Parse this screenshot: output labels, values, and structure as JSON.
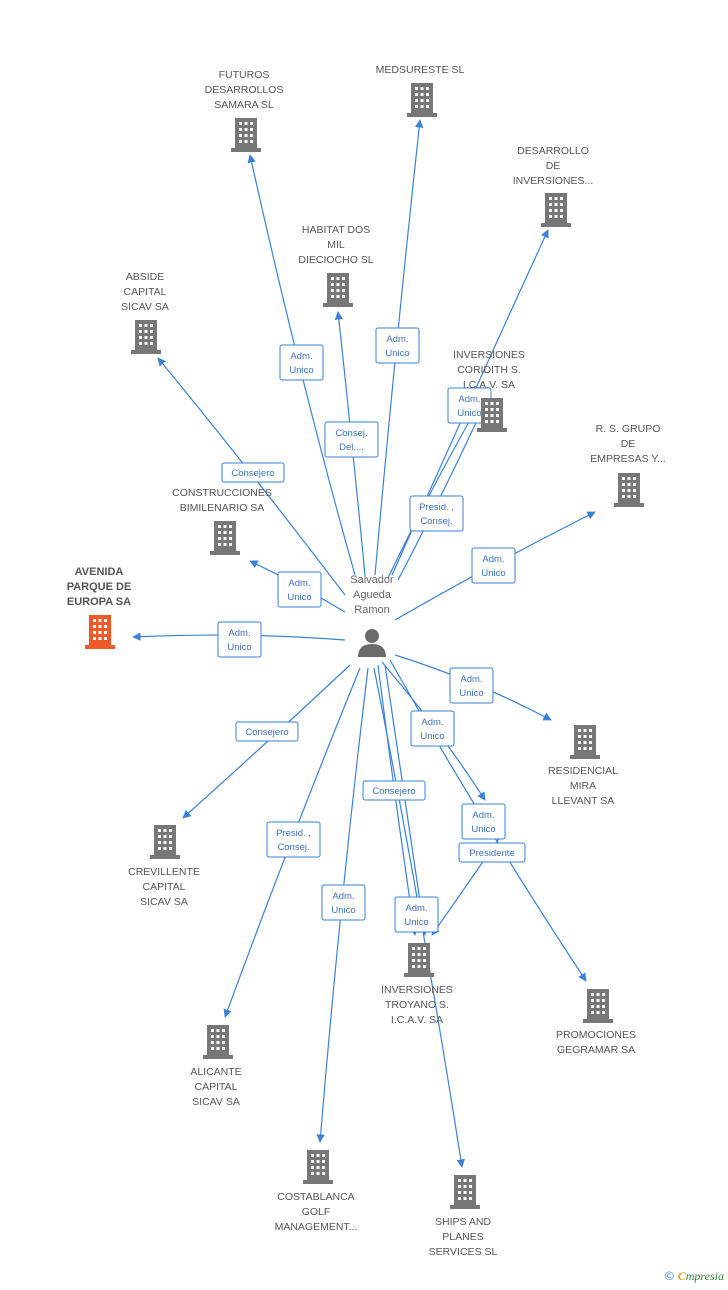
{
  "person": {
    "name_lines": [
      "Salvador",
      "Agueda",
      "Ramon"
    ],
    "icon": "person-icon"
  },
  "colors": {
    "edge": "#3b82d6",
    "company": "#777777",
    "main_company": "#f05a28",
    "person": "#6b6b6b"
  },
  "companies": [
    {
      "id": "futuros",
      "label_lines": [
        "FUTUROS",
        "DESARROLLOS",
        "SAMARA SL"
      ],
      "role_lines": [
        "Adm.",
        "Unico"
      ],
      "main": false
    },
    {
      "id": "medsureste",
      "label_lines": [
        "MEDSURESTE SL"
      ],
      "role_lines": [
        "Adm.",
        "Unico"
      ],
      "main": false
    },
    {
      "id": "desarrollo",
      "label_lines": [
        "DESARROLLO",
        "DE",
        "INVERSIONES..."
      ],
      "role_lines": [],
      "main": false
    },
    {
      "id": "habitat",
      "label_lines": [
        "HABITAT DOS",
        "MIL",
        "DIECIOCHO SL"
      ],
      "role_lines": [
        "Consej.",
        "Del...."
      ],
      "main": false
    },
    {
      "id": "abside",
      "label_lines": [
        "ABSIDE",
        "CAPITAL",
        "SICAV SA"
      ],
      "role_lines": [
        "Consejero"
      ],
      "main": false
    },
    {
      "id": "coridith",
      "label_lines": [
        "INVERSIONES",
        "CORIDITH S.",
        "I.C.A.V. SA"
      ],
      "role_lines": [
        "Adm.",
        "Unico"
      ],
      "main": false
    },
    {
      "id": "rsgrupo",
      "label_lines": [
        "R. S. GRUPO",
        "DE",
        "EMPRESAS Y..."
      ],
      "role_lines": [
        "Adm.",
        "Unico"
      ],
      "main": false
    },
    {
      "id": "construcciones",
      "label_lines": [
        "CONSTRUCCIONES",
        "BIMILENARIO SA"
      ],
      "role_lines": [
        "Adm.",
        "Unico"
      ],
      "main": false
    },
    {
      "id": "avenida",
      "label_lines": [
        "AVENIDA",
        "PARQUE DE",
        "EUROPA SA"
      ],
      "role_lines": [
        "Adm.",
        "Unico"
      ],
      "main": true
    },
    {
      "id": "residencial",
      "label_lines": [
        "RESIDENCIAL",
        "MIRA",
        "LLEVANT SA"
      ],
      "role_lines": [
        "Adm.",
        "Unico"
      ],
      "main": false
    },
    {
      "id": "crevillente",
      "label_lines": [
        "CREVILLENTE",
        "CAPITAL",
        "SICAV SA"
      ],
      "role_lines": [
        "Consejero"
      ],
      "main": false
    },
    {
      "id": "troyano",
      "label_lines": [
        "INVERSIONES",
        "TROYANO S.",
        "I.C.A.V. SA"
      ],
      "role_lines": [
        "Adm.",
        "Unico"
      ],
      "main": false
    },
    {
      "id": "gegramar",
      "label_lines": [
        "PROMOCIONES",
        "GEGRAMAR SA"
      ],
      "role_lines": [
        "Adm.",
        "Unico"
      ],
      "main": false
    },
    {
      "id": "alicante",
      "label_lines": [
        "ALICANTE",
        "CAPITAL",
        "SICAV SA"
      ],
      "role_lines": [
        "Presid. ,",
        "Consej."
      ],
      "main": false
    },
    {
      "id": "costablanca",
      "label_lines": [
        "COSTABLANCA",
        "GOLF",
        "MANAGEMENT..."
      ],
      "role_lines": [
        "Adm.",
        "Unico"
      ],
      "main": false
    },
    {
      "id": "ships",
      "label_lines": [
        "SHIPS AND",
        "PLANES",
        "SERVICES  SL"
      ],
      "role_lines": [],
      "main": false
    }
  ],
  "extra_roles": [
    {
      "id": "presid_coridith",
      "role_lines": [
        "Presid. ,",
        "Consej."
      ]
    },
    {
      "id": "consejero_troyano",
      "role_lines": [
        "Consejero"
      ]
    },
    {
      "id": "presidente_troyano",
      "role_lines": [
        "Presidente"
      ]
    }
  ],
  "footer": {
    "copyright": "©",
    "brand_initial": "C",
    "brand_rest": "mpresia"
  }
}
